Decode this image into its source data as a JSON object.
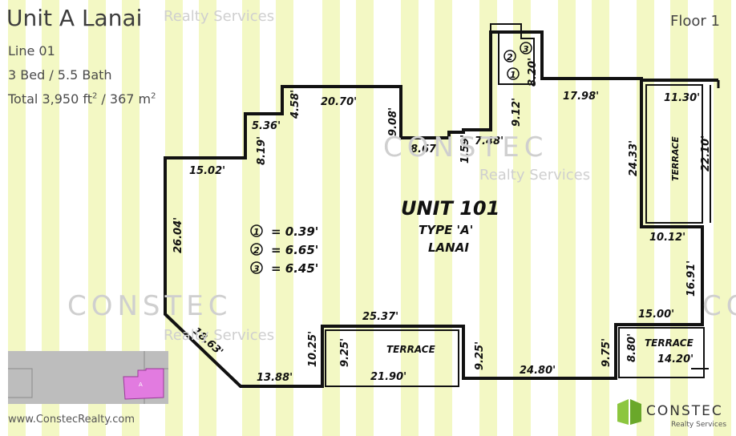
{
  "header": {
    "title": "Unit A Lanai",
    "brand_faint": "Realty Services",
    "floor": "Floor 1",
    "line": "Line 01",
    "beds_baths": "3 Bed / 5.5 Bath",
    "total_prefix": "Total 3,950 ft",
    "total_sup1": "2",
    "total_mid": " / 367 m",
    "total_sup2": "2"
  },
  "watermark": {
    "big": "CONSTEC",
    "small": "Realty Services",
    "partial": "CO"
  },
  "plan": {
    "unit": "UNIT 101",
    "type": "TYPE 'A'",
    "name": "LANAI",
    "legend": [
      {
        "num": "1",
        "text": "= 0.39'"
      },
      {
        "num": "2",
        "text": "= 6.65'"
      },
      {
        "num": "3",
        "text": "= 6.45'"
      }
    ],
    "terrace_label": "TERRACE",
    "dims": {
      "d1": "20.70'",
      "d2": "9.08'",
      "d3": "4.58'",
      "d4": "5.36'",
      "d5": "8.19'",
      "d6": "15.02'",
      "d7": "26.04'",
      "d8": "18.63'",
      "d9": "13.88'",
      "d10": "10.25'",
      "d11": "25.37'",
      "d12": "9.25'",
      "d13": "24.80'",
      "d14": "9.75'",
      "d15": "15.00'",
      "d16": "16.91'",
      "d17": "10.12'",
      "d18": "24.33'",
      "d19": "17.98'",
      "d20": "9.12'",
      "d21": "8.20'",
      "d22": "7.48'",
      "d23": "1.59'",
      "d24": "8.67'",
      "t1": "11.30'",
      "t2": "22.10'",
      "t3": "9.25'",
      "t4": "21.90'",
      "t5": "8.80'",
      "t6": "14.20'"
    },
    "circle1": "1",
    "circle2": "2",
    "circle3": "3"
  },
  "keyplan": {
    "label": "A"
  },
  "footer": {
    "website": "www.ConstecRealty.com"
  },
  "logo": {
    "name": "CONSTEC",
    "sub": "Realty Services"
  }
}
